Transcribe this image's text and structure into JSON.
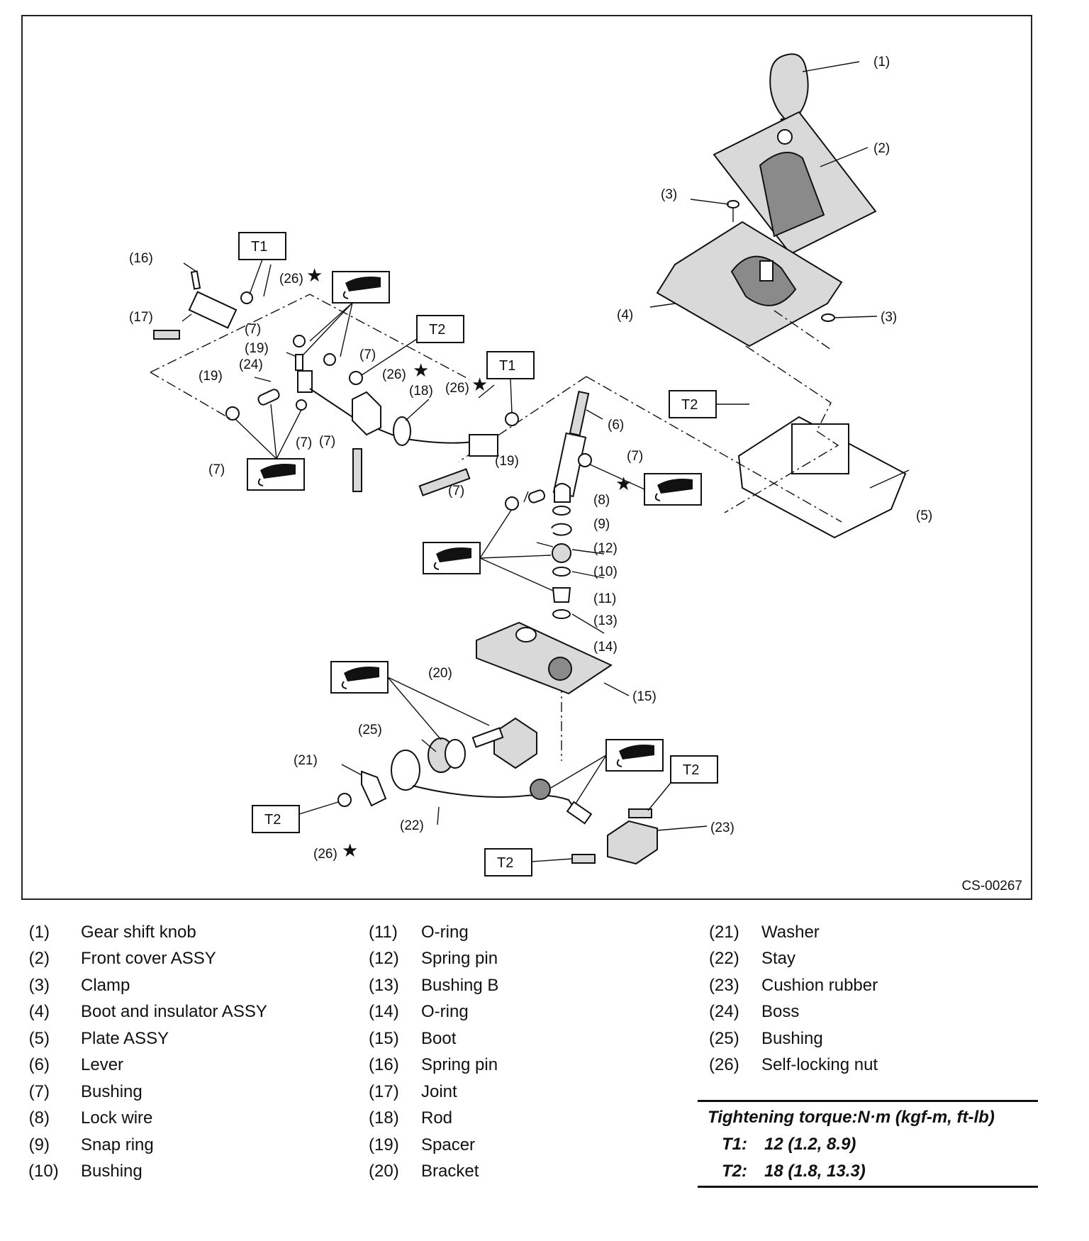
{
  "diagram": {
    "code": "CS-00267",
    "callouts": [
      "(1)",
      "(2)",
      "(3)",
      "(3)",
      "(4)",
      "(5)",
      "(6)",
      "(7)",
      "(7)",
      "(7)",
      "(7)",
      "(7)",
      "(7)",
      "(7)",
      "(8)",
      "(9)",
      "(10)",
      "(11)",
      "(12)",
      "(13)",
      "(14)",
      "(15)",
      "(16)",
      "(17)",
      "(18)",
      "(19)",
      "(19)",
      "(19)",
      "(20)",
      "(21)",
      "(22)",
      "(23)",
      "(24)",
      "(25)",
      "(26)",
      "(26)",
      "(26)",
      "(26)"
    ],
    "torque_boxes": [
      "T1",
      "T1",
      "T2",
      "T2",
      "T2",
      "T2",
      "T2"
    ]
  },
  "legend": {
    "columns": [
      [
        {
          "num": "(1)",
          "name": "Gear shift knob"
        },
        {
          "num": "(2)",
          "name": "Front cover ASSY"
        },
        {
          "num": "(3)",
          "name": "Clamp"
        },
        {
          "num": "(4)",
          "name": "Boot and insulator ASSY"
        },
        {
          "num": "(5)",
          "name": "Plate ASSY"
        },
        {
          "num": "(6)",
          "name": "Lever"
        },
        {
          "num": "(7)",
          "name": "Bushing"
        },
        {
          "num": "(8)",
          "name": "Lock wire"
        },
        {
          "num": "(9)",
          "name": "Snap ring"
        },
        {
          "num": "(10)",
          "name": "Bushing"
        }
      ],
      [
        {
          "num": "(11)",
          "name": "O-ring"
        },
        {
          "num": "(12)",
          "name": "Spring pin"
        },
        {
          "num": "(13)",
          "name": "Bushing B"
        },
        {
          "num": "(14)",
          "name": "O-ring"
        },
        {
          "num": "(15)",
          "name": "Boot"
        },
        {
          "num": "(16)",
          "name": "Spring pin"
        },
        {
          "num": "(17)",
          "name": "Joint"
        },
        {
          "num": "(18)",
          "name": "Rod"
        },
        {
          "num": "(19)",
          "name": "Spacer"
        },
        {
          "num": "(20)",
          "name": "Bracket"
        }
      ],
      [
        {
          "num": "(21)",
          "name": "Washer"
        },
        {
          "num": "(22)",
          "name": "Stay"
        },
        {
          "num": "(23)",
          "name": "Cushion rubber"
        },
        {
          "num": "(24)",
          "name": "Boss"
        },
        {
          "num": "(25)",
          "name": "Bushing"
        },
        {
          "num": "(26)",
          "name": "Self-locking nut"
        }
      ]
    ]
  },
  "torque": {
    "title": "Tightening torque:N·m (kgf-m, ft-lb)",
    "rows": [
      {
        "key": "T1:",
        "value": "12 (1.2, 8.9)"
      },
      {
        "key": "T2:",
        "value": "18 (1.8, 13.3)"
      }
    ]
  }
}
